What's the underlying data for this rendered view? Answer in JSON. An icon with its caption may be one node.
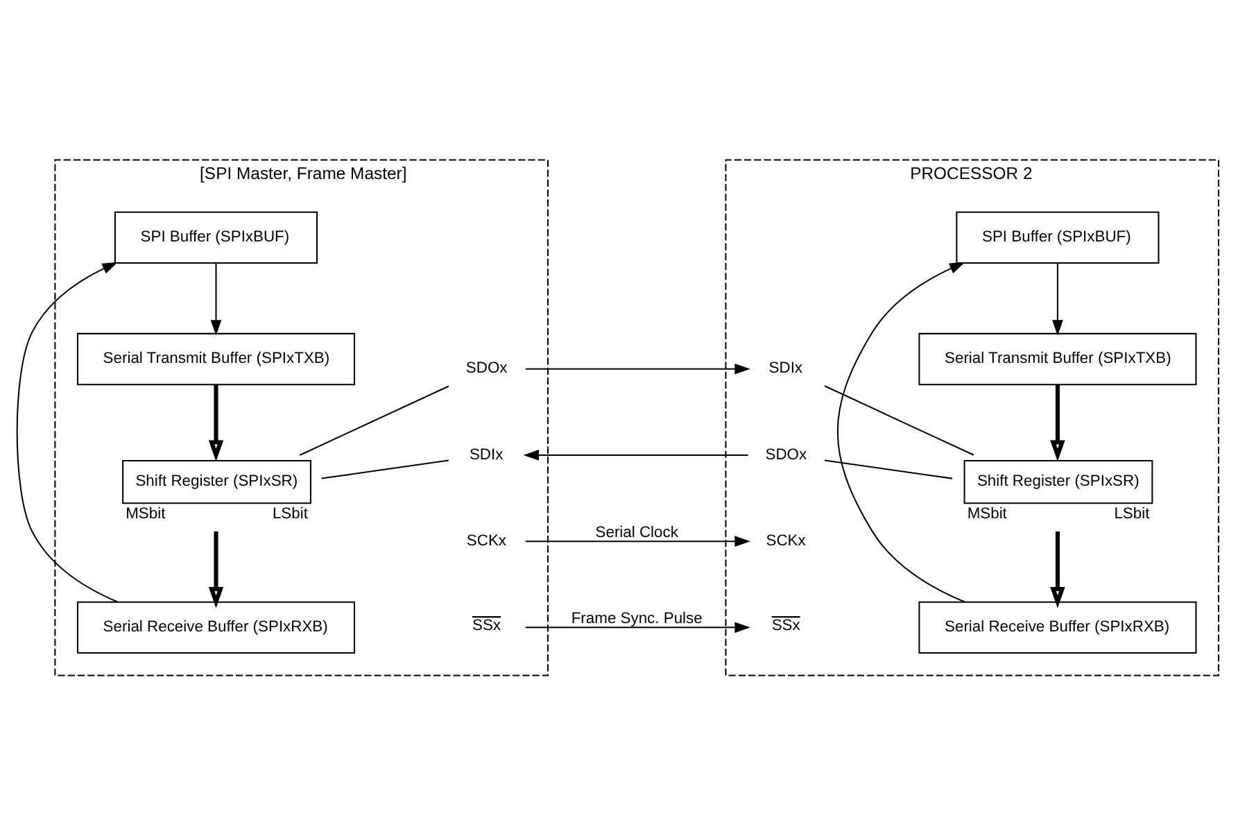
{
  "diagram": {
    "nodes": [
      {
        "text": [
          "[SPI Master, Frame Master]"
        ]
      },
      {
        "text": [
          "Serial Receive Buffer (SPIxRXB)"
        ],
        "in": 0
      },
      {
        "text": [
          "Shift Register (SPIxSR)"
        ],
        "beside": [
          "MSbit",
          "LSbit"
        ],
        "in": 0
      },
      {
        "text": [
          "Serial Transmit Buffer (SPIxTXB)"
        ],
        "in": 0
      },
      {
        "text": [
          "SPI Buffer (SPIxBUF)"
        ],
        "in": 0
      },
      {
        "text": [
          "SDOx"
        ],
        "in": 0
      },
      {
        "text": [
          "SDIx"
        ],
        "in": 0
      },
      {
        "text": [
          "SCKx"
        ],
        "in": 0
      },
      {
        "text": [
          "SSx"
        ],
        "in": 0
      },
      {
        "text": [
          "PROCESSOR 2"
        ]
      },
      {
        "text": [
          "SDIx"
        ],
        "in": 9
      },
      {
        "text": [
          "SDOx"
        ],
        "in": 9
      },
      {
        "text": [
          "SCKx"
        ],
        "in": 9
      },
      {
        "text": [
          "SSx"
        ],
        "in": 9
      },
      {
        "text": [
          "Serial Receive Buffer (SPIxRXB)"
        ],
        "in": 9
      },
      {
        "text": [
          "Shift Register (SPIxSR)"
        ],
        "beside": [
          "MSbit",
          "LSbit"
        ],
        "in": 9
      },
      {
        "text": [
          "Serial Transmit Buffer (SPIxTXB)"
        ],
        "in": 9
      },
      {
        "text": [
          "SPI Buffer (SPIxBUF)"
        ],
        "in": 9
      }
    ],
    "edges": [
      {
        "from": 2,
        "to": 1,
        "arrow": "to",
        "style": "thick"
      },
      {
        "from": 3,
        "to": 2,
        "arrow": "to",
        "style": "thick"
      },
      {
        "from": 4,
        "to": 3,
        "arrow": "to"
      },
      {
        "from": 1,
        "to": 4,
        "arrow": "to"
      },
      {
        "from": 2,
        "to": 5,
        "arrow": "none"
      },
      {
        "from": 5,
        "to": 10,
        "arrow": "to"
      },
      {
        "from": 10,
        "to": 15,
        "arrow": "none"
      },
      {
        "from": 14,
        "to": 17,
        "arrow": "to"
      },
      {
        "from": 15,
        "to": 14,
        "arrow": "to",
        "style": "thick"
      },
      {
        "from": 16,
        "to": 15,
        "arrow": "to",
        "style": "thick"
      },
      {
        "from": 17,
        "to": 16,
        "arrow": "to"
      },
      {
        "from": 15,
        "to": 11,
        "arrow": "none"
      },
      {
        "from": 11,
        "to": 6,
        "arrow": "to"
      },
      {
        "from": 6,
        "to": 2,
        "arrow": "none"
      },
      {
        "from": 7,
        "to": 12,
        "arrow": "to",
        "label": "Serial Clock"
      },
      {
        "from": 8,
        "to": 13,
        "arrow": "to",
        "label": "Frame Sync. Pulse"
      }
    ]
  }
}
